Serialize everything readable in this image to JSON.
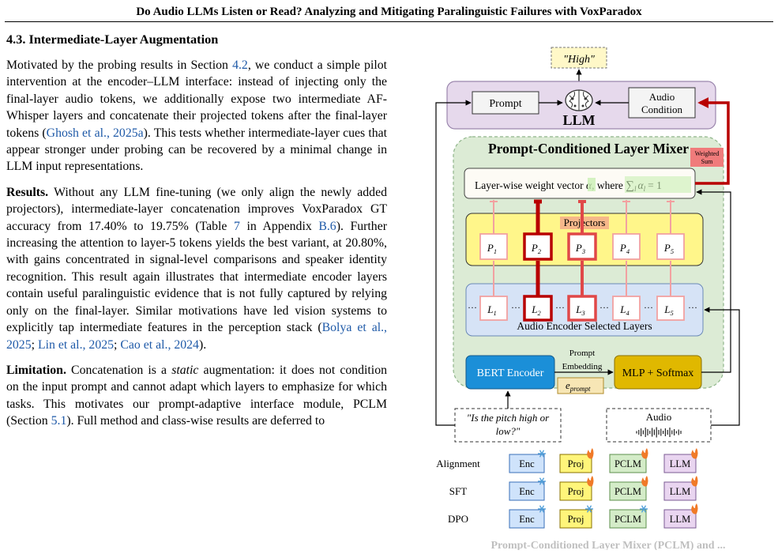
{
  "header": {
    "title": "Do Audio LLMs Listen or Read? Analyzing and Mitigating Paralinguistic Failures with VoxParadox"
  },
  "section": {
    "title": "4.3. Intermediate-Layer Augmentation",
    "p1": {
      "t1": "Motivated by the probing results in Section ",
      "ref1": "4.2",
      "t2": ", we conduct a simple pilot intervention at the encoder–LLM interface: instead of injecting only the final-layer audio tokens, we additionally expose two intermediate AF-Whisper layers and concatenate their projected tokens after the final-layer tokens (",
      "cite1": "Ghosh et al., 2025a",
      "t3": "). This tests whether intermediate-layer cues that appear stronger under probing can be recovered by a minimal change in LLM input representations."
    },
    "p2": {
      "runin": "Results.",
      "t1": " Without any LLM fine-tuning (we only align the newly added projectors), intermediate-layer concatenation improves VoxParadox GT accuracy from 17.40% to 19.75% (Table ",
      "ref1": "7",
      "t2": " in Appendix ",
      "ref2": "B.6",
      "t3": "). Further increasing the attention to layer-5 tokens yields the best variant, at 20.80%, with gains concentrated in signal-level comparisons and speaker identity recognition. This result again illustrates that intermediate encoder layers contain useful paralinguistic evidence that is not fully captured by relying only on the final-layer. Similar motivations have led vision systems to explicitly tap intermediate features in the perception stack (",
      "cite1": "Bolya et al., 2025",
      "sep1": "; ",
      "cite2": "Lin et al., 2025",
      "sep2": "; ",
      "cite3": "Cao et al., 2024",
      "t4": ")."
    },
    "p3": {
      "runin": "Limitation.",
      "t1": " Concatenation is a ",
      "em": "static",
      "t2": " augmentation: it does not condition on the input prompt and cannot adapt which layers to emphasize for which tasks. This motivates our prompt-adaptive interface module, PCLM (Section ",
      "ref1": "5.1",
      "t3": "). Full method and class-wise results are deferred to"
    }
  },
  "figure": {
    "output_label": "\"High\"",
    "prompt_label": "Prompt",
    "llm_label": "LLM",
    "audio_condition_label": [
      "Audio",
      "Condition"
    ],
    "weighted_sum_label": [
      "Weighted",
      "Sum"
    ],
    "mixer_title": "Prompt-Conditioned Layer Mixer",
    "weight_vector_text": "Layer-wise weight vector",
    "alpha": "α",
    "where_text": ", where",
    "sum_expr": "∑",
    "sum_sub": "l",
    "alpha_l": "α",
    "alpha_l_sub": "l",
    "eq_one": "= 1",
    "projectors_label": "Projectors",
    "projectors": [
      {
        "name": "P",
        "sub": "1"
      },
      {
        "name": "P",
        "sub": "2"
      },
      {
        "name": "P",
        "sub": "3"
      },
      {
        "name": "P",
        "sub": "4"
      },
      {
        "name": "P",
        "sub": "5"
      }
    ],
    "layers": [
      {
        "name": "L",
        "sub": "1"
      },
      {
        "name": "L",
        "sub": "2"
      },
      {
        "name": "L",
        "sub": "3"
      },
      {
        "name": "L",
        "sub": "4"
      },
      {
        "name": "L",
        "sub": "5"
      }
    ],
    "dots": "···",
    "encoder_layers_label": "Audio Encoder Selected Layers",
    "bert_label": "BERT Encoder",
    "prompt_embedding_label": [
      "Prompt",
      "Embedding"
    ],
    "e_prompt": "e",
    "e_prompt_sub": "prompt",
    "mlp_label": "MLP + Softmax",
    "question_text": [
      "\"Is the pitch high or",
      "low?\""
    ],
    "audio_label": "Audio",
    "stages": [
      {
        "name": "Alignment",
        "modules": [
          {
            "label": "Enc",
            "state": "frozen"
          },
          {
            "label": "Proj",
            "state": "trainable"
          },
          {
            "label": "PCLM",
            "state": "trainable"
          },
          {
            "label": "LLM",
            "state": "trainable"
          }
        ]
      },
      {
        "name": "SFT",
        "modules": [
          {
            "label": "Enc",
            "state": "frozen"
          },
          {
            "label": "Proj",
            "state": "trainable"
          },
          {
            "label": "PCLM",
            "state": "trainable"
          },
          {
            "label": "LLM",
            "state": "trainable"
          }
        ]
      },
      {
        "name": "DPO",
        "modules": [
          {
            "label": "Enc",
            "state": "frozen"
          },
          {
            "label": "Proj",
            "state": "frozen"
          },
          {
            "label": "PCLM",
            "state": "frozen"
          },
          {
            "label": "LLM",
            "state": "trainable"
          }
        ]
      }
    ],
    "colors": {
      "llm_panel": "#e6d9ec",
      "mixer_panel": "#dcebd5",
      "projector_panel": "#fff68a",
      "encoder_panel": "#d6e3f6",
      "bert": "#1b8fd8",
      "mlp": "#e0b800",
      "highlight": "#b80000",
      "light_red": "#f2a1a1",
      "weighted_sum": "#f07b7b",
      "green_highlight": "#c9f0b4",
      "e_prompt_box": "#f7e6b5",
      "enc_box": "#cfe3fb",
      "proj_box": "#fff57a",
      "pclm_box": "#d4ecc8",
      "llm_box": "#e9d5f0",
      "flame": "#f07a28",
      "snowflake": "#4f9ed8"
    },
    "caption_partial": "Prompt-Conditioned Layer Mixer (PCLM) and ..."
  }
}
